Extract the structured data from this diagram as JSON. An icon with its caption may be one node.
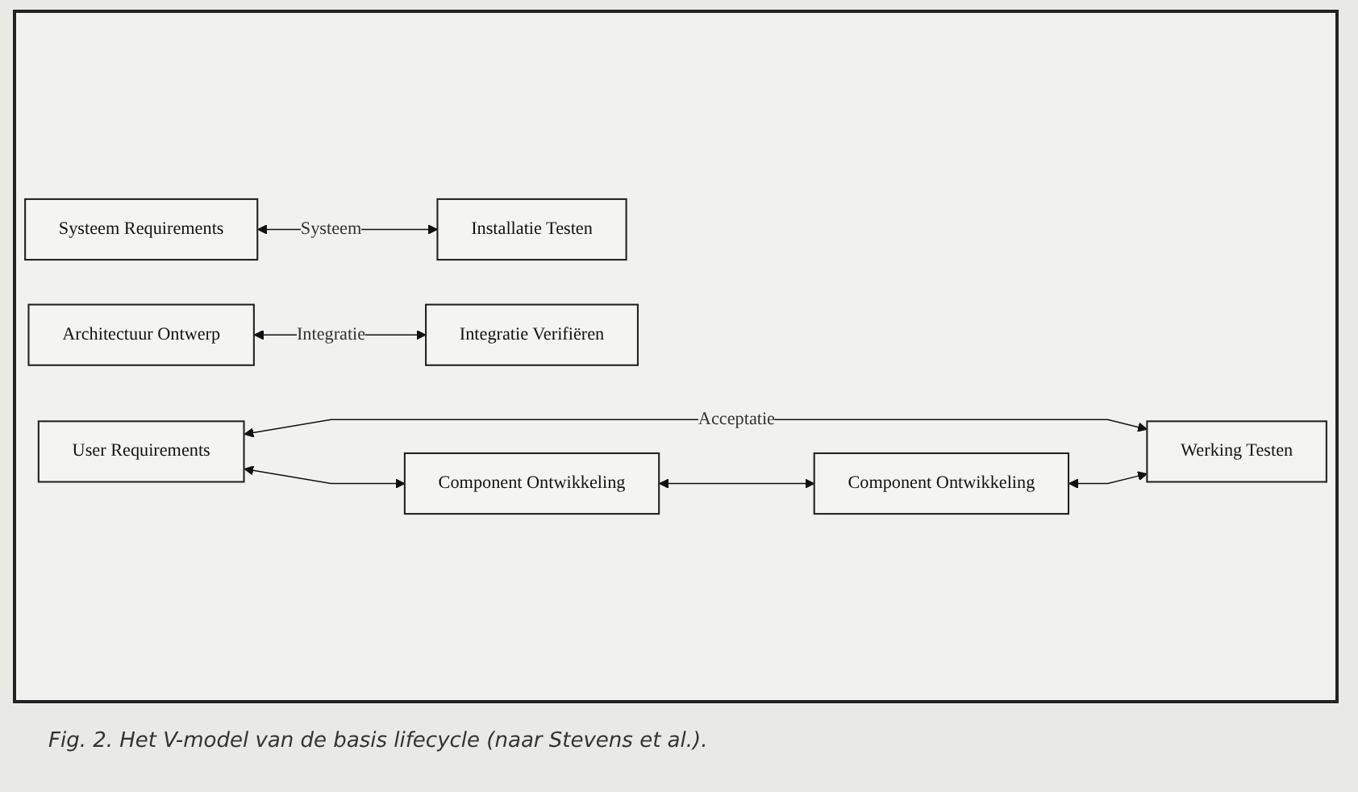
{
  "diagram": {
    "caption": "Fig. 2.  Het  V-model van de basis lifecycle (naar Stevens et al.).",
    "nodes": [
      {
        "text": [
          "User Requirements"
        ]
      },
      {
        "text": [
          "Werking Testen"
        ]
      },
      {
        "text": [
          "Systeem Requirements"
        ]
      },
      {
        "text": [
          "Installatie Testen"
        ]
      },
      {
        "text": [
          "Architectuur Ontwerp"
        ]
      },
      {
        "text": [
          "Integratie Verifiëren"
        ]
      },
      {
        "text": [
          "Component Ontwikkeling"
        ]
      },
      {
        "text": [
          "Component Ontwikkeling"
        ]
      }
    ],
    "edges": [
      {
        "from": 0,
        "to": 1,
        "arrow": "both",
        "label": "Acceptatie"
      },
      {
        "from": 2,
        "to": 3,
        "arrow": "both",
        "label": "Systeem"
      },
      {
        "from": 4,
        "to": 5,
        "arrow": "both",
        "label": "Integratie"
      },
      {
        "from": 6,
        "to": 7,
        "arrow": "both"
      },
      {
        "from": 0,
        "to": 6,
        "arrow": "both"
      },
      {
        "from": 7,
        "to": 1,
        "arrow": "both"
      }
    ]
  }
}
